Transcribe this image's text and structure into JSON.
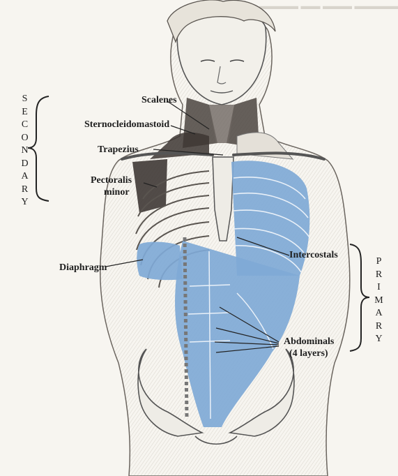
{
  "labels": {
    "scalenes": "Scalenes",
    "sternocleidomastoid": "Sternocleidomastoid",
    "trapezius": "Trapezius",
    "pectoralis_line1": "Pectoralis",
    "pectoralis_line2": "minor",
    "diaphragm": "Diaphragm",
    "intercostals": "Intercostals",
    "abdominals_line1": "Abdominals",
    "abdominals_line2": "(4 layers)"
  },
  "groups": {
    "secondary": "S E C O N D A R Y",
    "primary": "P R I M A R Y"
  },
  "colors": {
    "primary_muscle": "#7fa9d6",
    "secondary_muscle": "#3a3330",
    "bone": "#eeece6",
    "outline": "#5a5550",
    "page": "#f7f5f0"
  }
}
